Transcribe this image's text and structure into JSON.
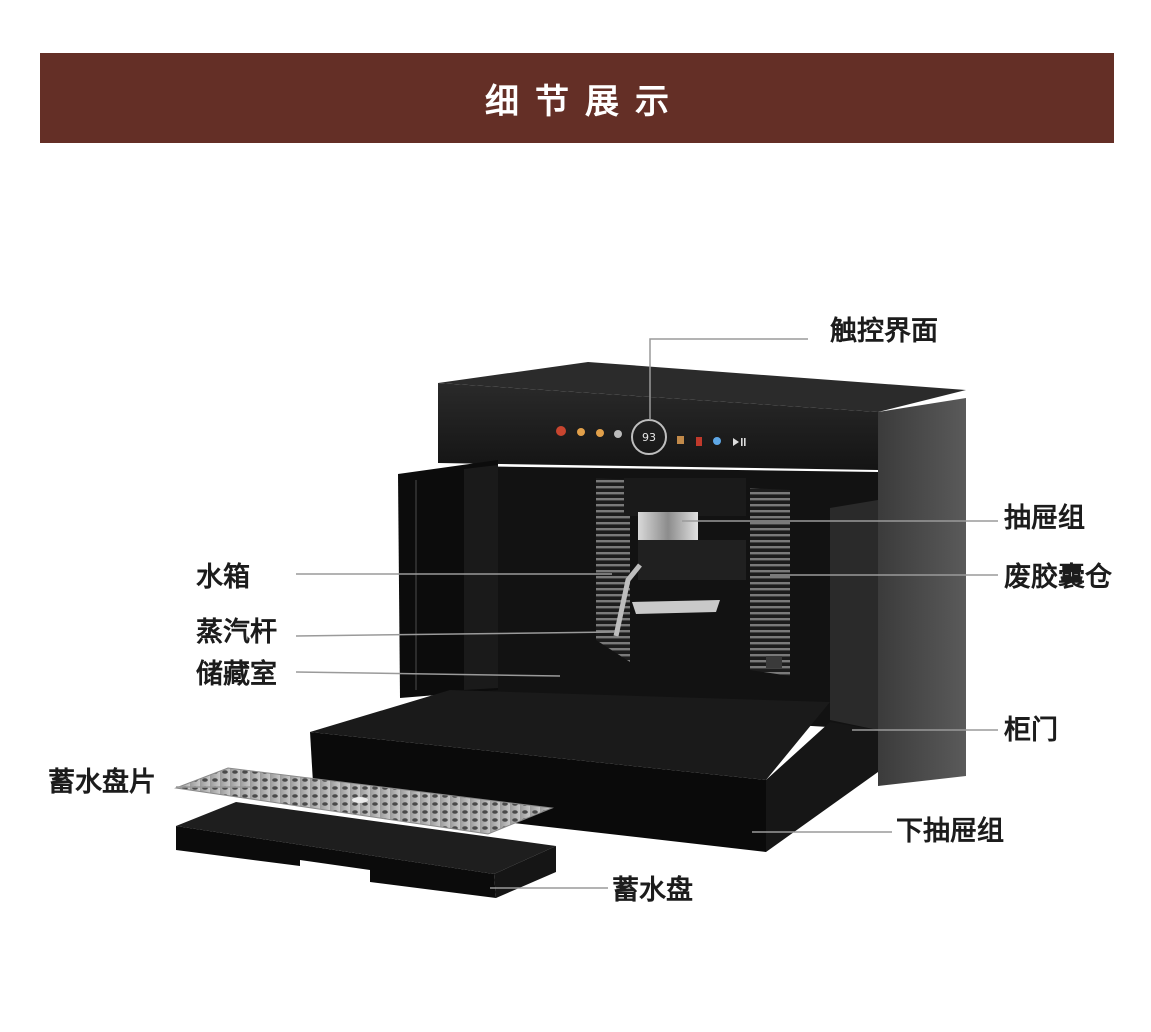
{
  "header": {
    "title": "细节展示",
    "background_color": "#642f26"
  },
  "callouts": {
    "touch_panel": "触控界面",
    "drawer_group": "抽屉组",
    "water_tank": "水箱",
    "capsule_bin": "废胶囊仓",
    "steam_wand": "蒸汽杆",
    "storage": "储藏室",
    "cabinet_door": "柜门",
    "drip_grate": "蓄水盘片",
    "lower_drawer": "下抽屉组",
    "drip_tray": "蓄水盘"
  },
  "display": {
    "readout": "93"
  }
}
